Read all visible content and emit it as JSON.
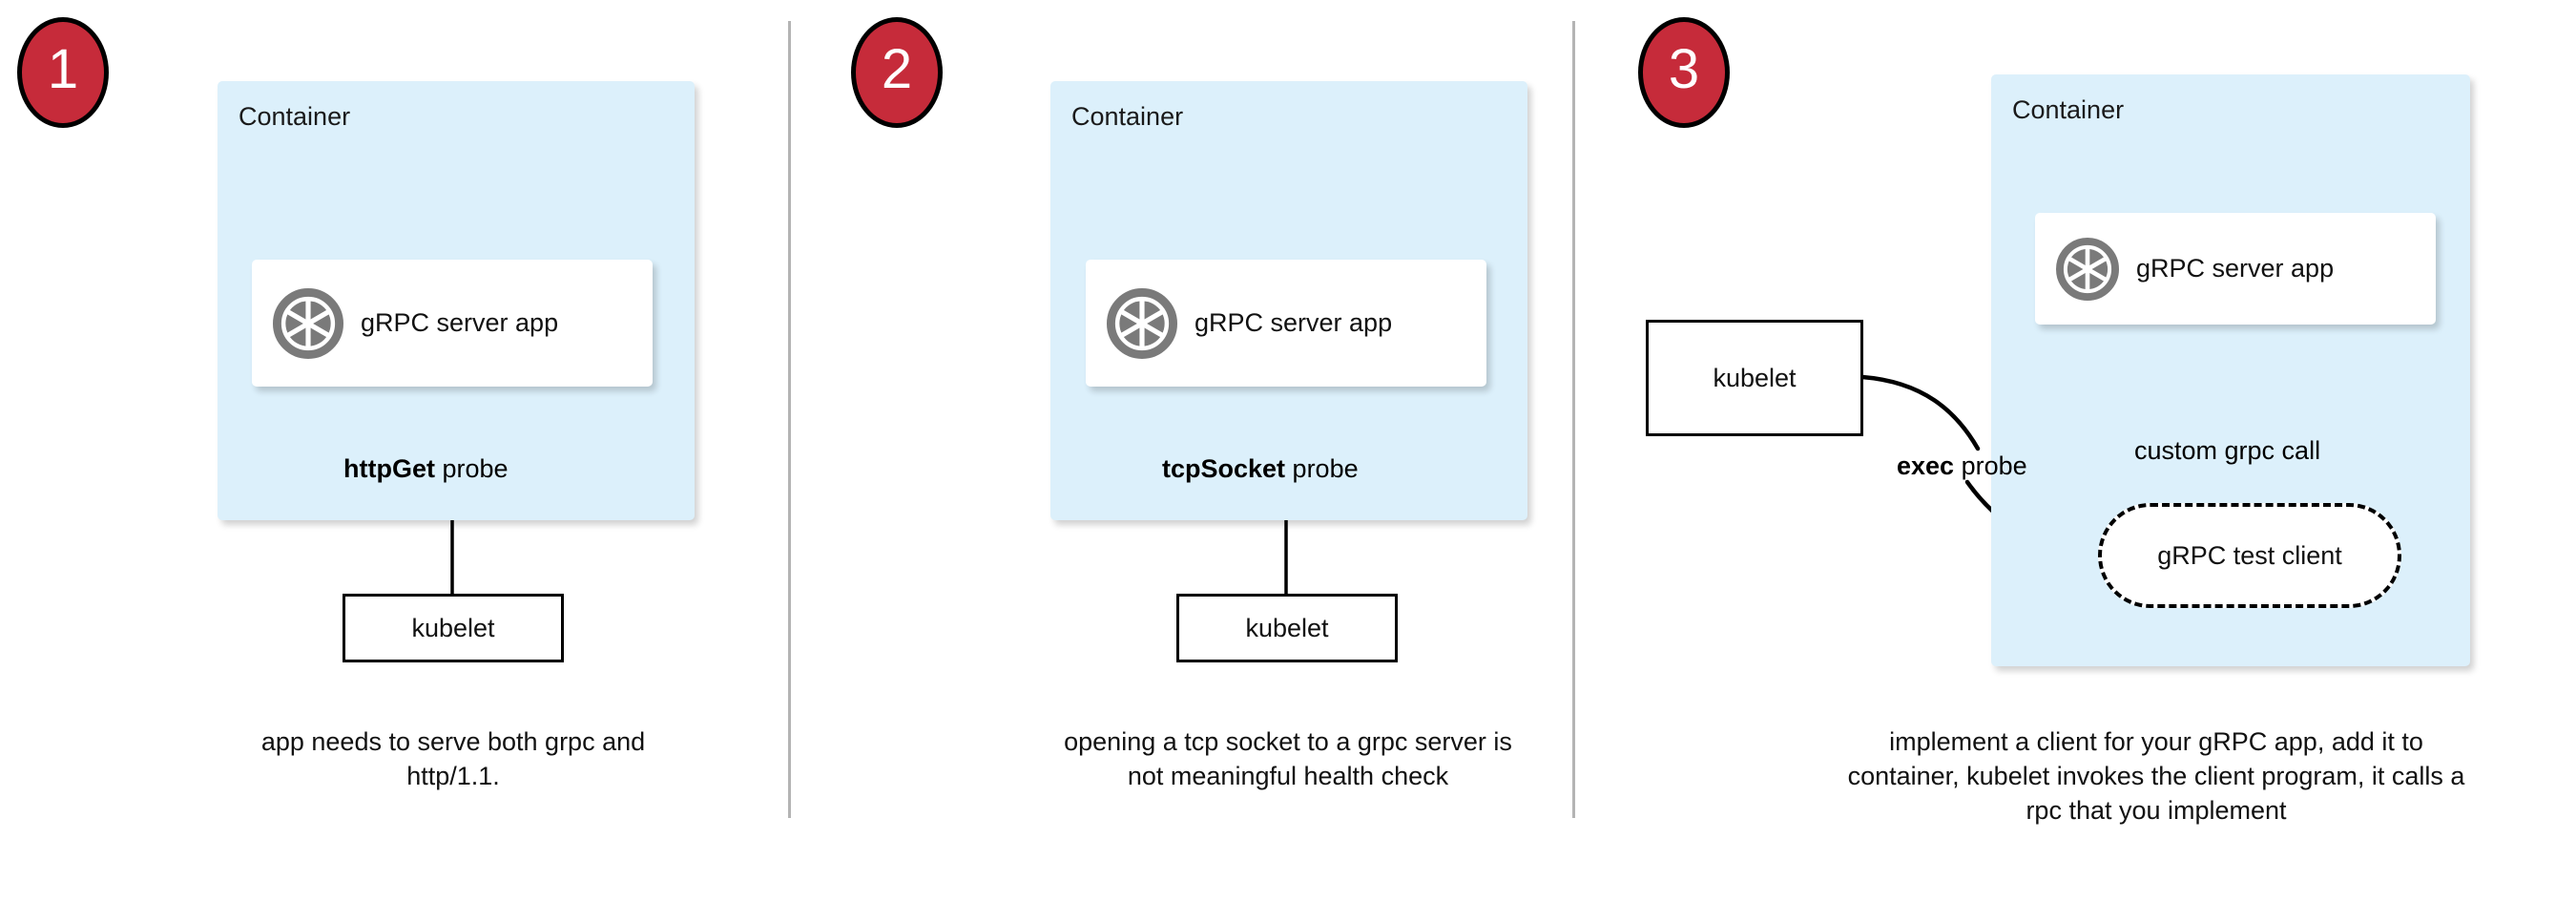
{
  "diagram": {
    "title": "gRPC health probe approaches in Kubernetes",
    "colors": {
      "badge_fill": "#c62b3a",
      "badge_stroke": "#000000",
      "container_fill": "#dcf0fb",
      "app_card_fill": "#ffffff",
      "divider": "#b4b4b4",
      "icon_gray": "#7a7a7a",
      "text": "#111111"
    },
    "panels": [
      {
        "id": "panel-1",
        "badge": "1",
        "container_label": "Container",
        "app_label": "gRPC server app",
        "app_icon": "grpc-aperture-icon",
        "probe_label_bold": "httpGet",
        "probe_label_rest": " probe",
        "kubelet_label": "kubelet",
        "caption": "app needs to serve both grpc and http/1.1."
      },
      {
        "id": "panel-2",
        "badge": "2",
        "container_label": "Container",
        "app_label": "gRPC server app",
        "app_icon": "grpc-aperture-icon",
        "probe_label_bold": "tcpSocket",
        "probe_label_rest": " probe",
        "kubelet_label": "kubelet",
        "caption": "opening a tcp socket to a grpc server is not meaningful health check"
      },
      {
        "id": "panel-3",
        "badge": "3",
        "container_label": "Container",
        "app_label": "gRPC server app",
        "app_icon": "grpc-aperture-icon",
        "probe_label_bold": "exec",
        "probe_label_rest": " probe",
        "kubelet_label": "kubelet",
        "test_client_label": "gRPC test client",
        "inner_call_label": "custom grpc call",
        "caption": "implement a client for your gRPC app, add it to container, kubelet invokes the client program, it calls a rpc that you implement"
      }
    ]
  }
}
